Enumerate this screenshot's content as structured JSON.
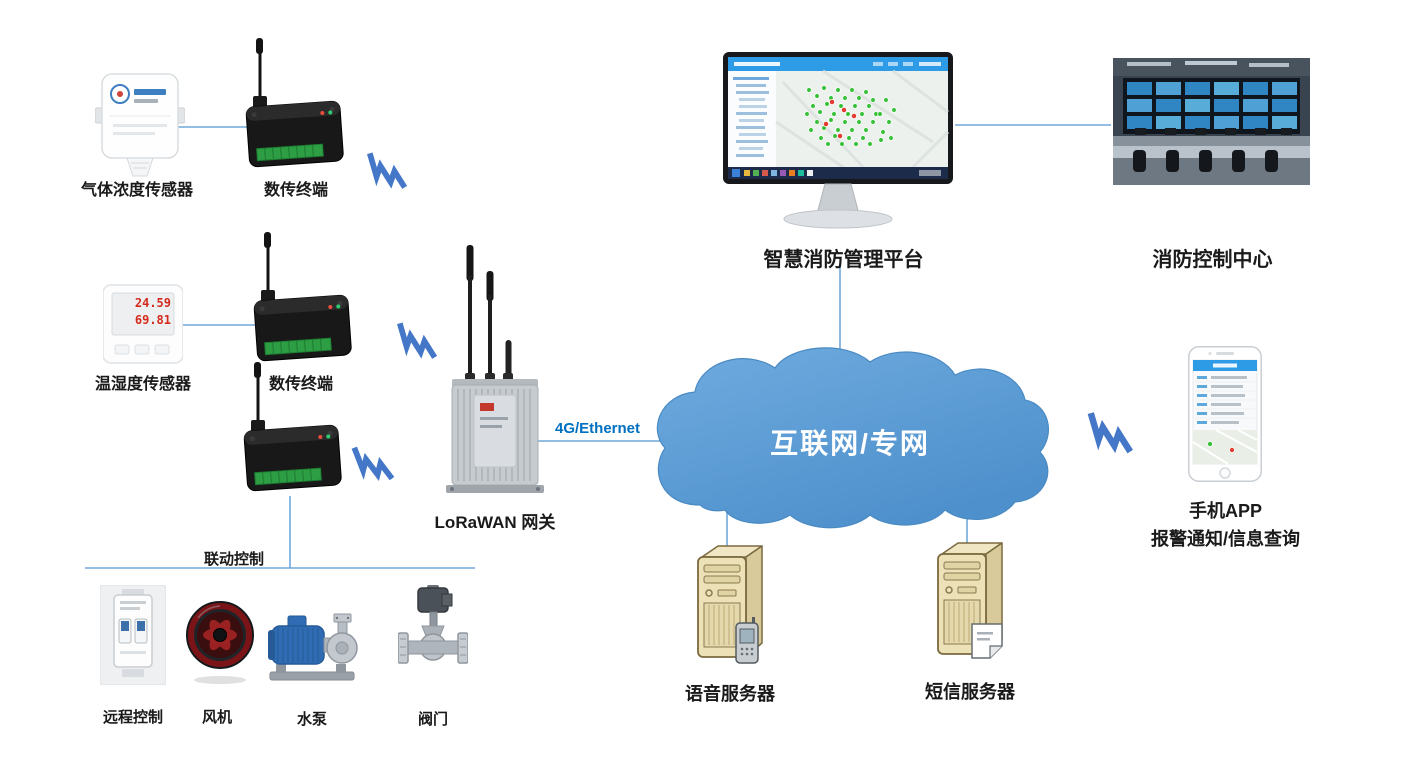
{
  "nodes": {
    "gas_sensor": {
      "label": "气体浓度传感器"
    },
    "dtu_top": {
      "label": "数传终端"
    },
    "temp_humidity_sensor": {
      "label": "温湿度传感器",
      "reading_top": "24.59",
      "reading_bottom": "69.81"
    },
    "dtu_middle": {
      "label": "数传终端"
    },
    "gateway": {
      "label": "LoRaWAN 网关"
    },
    "cloud": {
      "label": "互联网/专网"
    },
    "platform": {
      "label": "智慧消防管理平台"
    },
    "control_center": {
      "label": "消防控制中心"
    },
    "phone": {
      "label_line1": "手机APP",
      "label_line2": "报警通知/信息查询"
    },
    "voice_server": {
      "label": "语音服务器"
    },
    "sms_server": {
      "label": "短信服务器"
    },
    "linkage_control": {
      "label": "联动控制"
    },
    "remote_control": {
      "label": "远程控制"
    },
    "fan": {
      "label": "风机"
    },
    "water_pump": {
      "label": "水泵"
    },
    "valve": {
      "label": "阀门"
    }
  },
  "connections": {
    "gateway_to_cloud": "4G/Ethernet"
  },
  "colors": {
    "cloud_fill": "#5B9BD5",
    "connector_line": "#6FA8DC",
    "wireless_bolt": "#4577C8",
    "wan_label_text": "#0070C0",
    "cloud_text": "#FFFFFF",
    "label_text": "#1A1A1A"
  }
}
